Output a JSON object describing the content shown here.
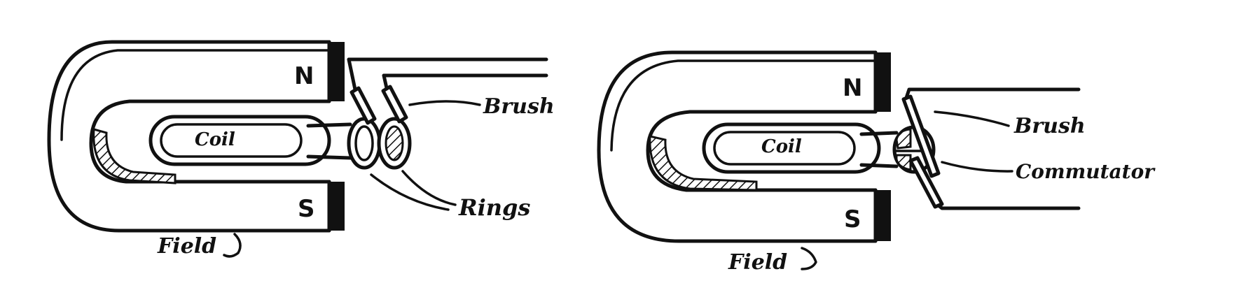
{
  "generators": [
    {
      "name": "ac",
      "pole_north": "N",
      "pole_south": "S",
      "coil_label": "Coil",
      "field_label": "Field",
      "brush_label": "Brush",
      "rings_label": "Rings"
    },
    {
      "name": "dc",
      "pole_north": "N",
      "pole_south": "S",
      "coil_label": "Coil",
      "field_label": "Field",
      "brush_label": "Brush",
      "commutator_label": "Commutator"
    }
  ]
}
